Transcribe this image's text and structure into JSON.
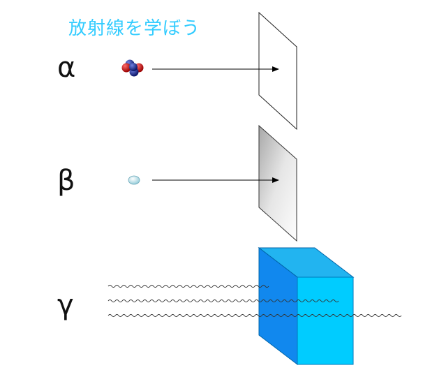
{
  "title": "放射線を学ぼう",
  "labels": {
    "alpha": "α",
    "beta": "β",
    "gamma": "γ"
  },
  "colors": {
    "title": "#33ccff",
    "proton": "#cc1111",
    "neutron": "#1a2a8c",
    "electron": "#b8e4ee",
    "paper_fill": "#ffffff",
    "aluminum_fill": "#d8d8d8",
    "block_front": "#1188ee",
    "block_side": "#00ccff",
    "block_top": "#22b4f0"
  },
  "icons": {
    "alpha_particle": "helium-nucleus-icon",
    "beta_particle": "electron-icon",
    "gamma_ray": "wave-icon"
  }
}
